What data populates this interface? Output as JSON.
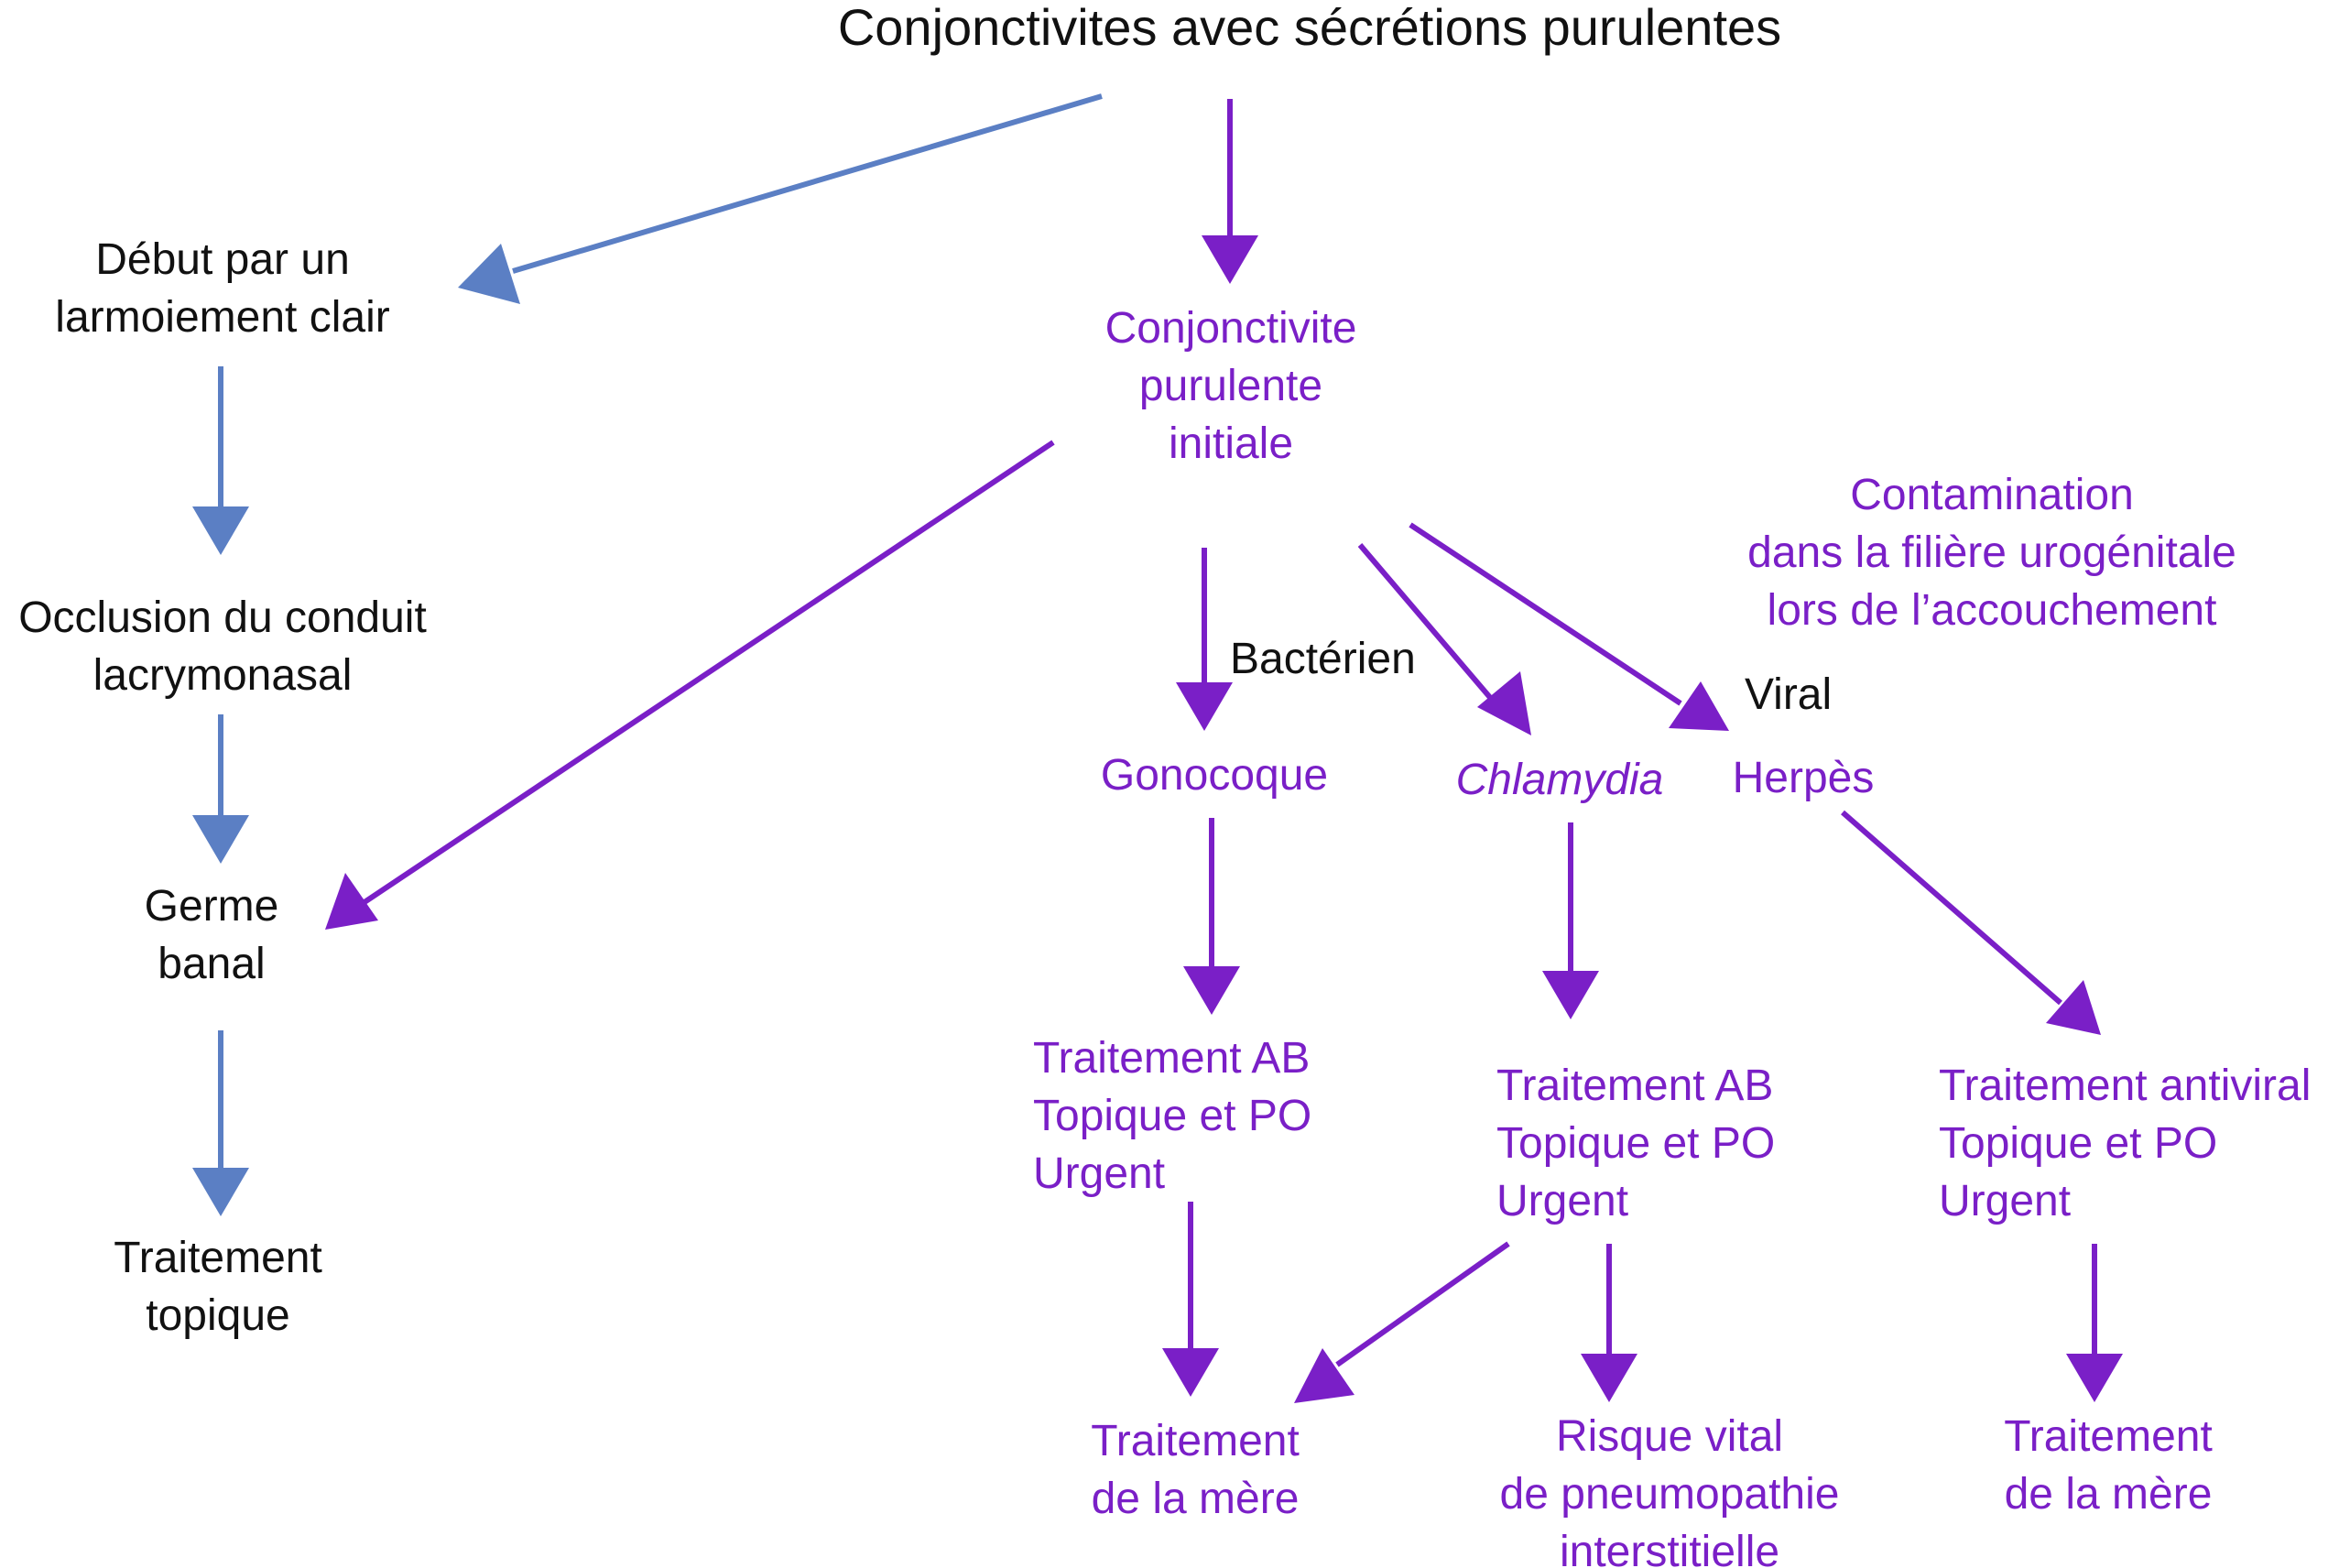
{
  "colors": {
    "blue": "#5b7fc4",
    "purple": "#7a1fc7",
    "text": "#111111"
  },
  "title": "Conjonctivites avec sécrétions purulentes",
  "left": {
    "start": [
      "Début par un",
      "larmoiement clair"
    ],
    "occlusion": [
      "Occlusion du conduit",
      "lacrymonasal"
    ],
    "germe": [
      "Germe",
      "banal"
    ],
    "traitement": [
      "Traitement",
      "topique"
    ]
  },
  "center": {
    "initiale": [
      "Conjonctivite",
      "purulente",
      "initiale"
    ],
    "contamination": [
      "Contamination",
      "dans la filière urogénitale",
      "lors de l’accouchement"
    ],
    "label_bacterien": "Bactérien",
    "label_viral": "Viral",
    "gonocoque": "Gonocoque",
    "chlamydia": "Chlamydia",
    "herpes": "Herpès"
  },
  "treatments": {
    "gonocoque": [
      "Traitement AB",
      "Topique et PO",
      "Urgent"
    ],
    "chlamydia": [
      "Traitement AB",
      "Topique et PO",
      "Urgent"
    ],
    "herpes": [
      "Traitement antiviral",
      "Topique et PO",
      "Urgent"
    ]
  },
  "outcomes": {
    "mere_1": [
      "Traitement",
      "de la mère"
    ],
    "risque": [
      "Risque vital",
      "de pneumopathie",
      "interstitielle"
    ],
    "mere_2": [
      "Traitement",
      "de la mère"
    ]
  }
}
